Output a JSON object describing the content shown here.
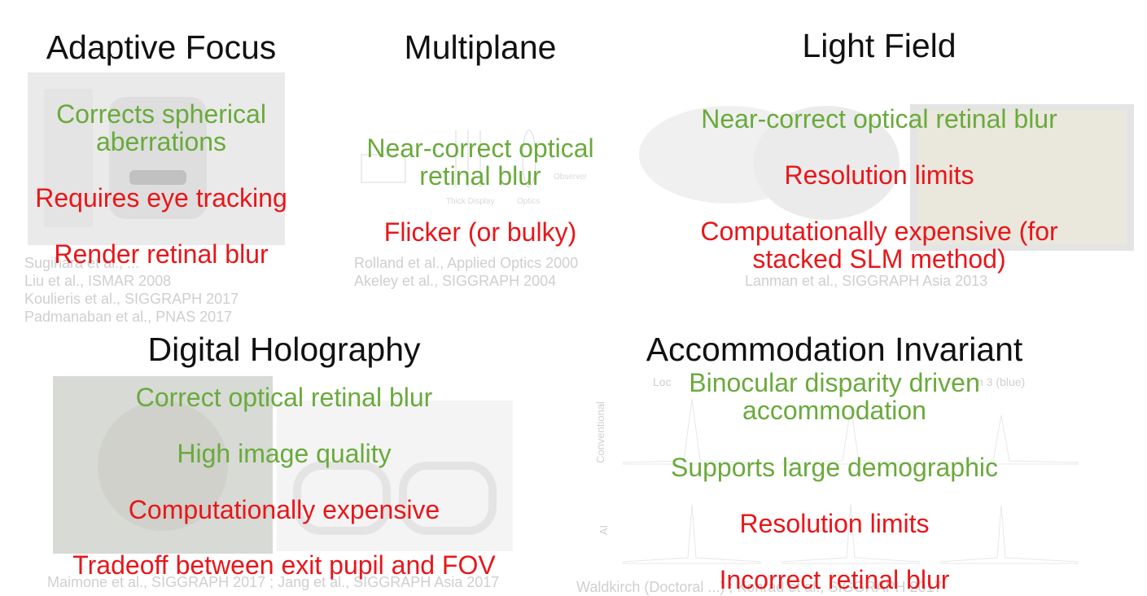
{
  "sections": {
    "adaptive_focus": {
      "title": "Adaptive Focus",
      "pros": [
        "Corrects spherical",
        "aberrations"
      ],
      "cons": [
        "Requires eye tracking",
        "Render retinal blur"
      ],
      "refs": [
        "Sugihara et al., ...",
        "Liu et al., ISMAR 2008",
        "Koulieris et al., SIGGRAPH 2017",
        "Padmanaban et al., PNAS 2017"
      ]
    },
    "multiplane": {
      "title": "Multiplane",
      "pros": [
        "Near-correct optical",
        "retinal blur"
      ],
      "cons": [
        "Flicker (or bulky)"
      ],
      "refs": [
        "Rolland et al., Applied Optics 2000",
        "Akeley et al., SIGGRAPH 2004"
      ]
    },
    "light_field": {
      "title": "Light Field",
      "pros": [
        "Near-correct optical retinal blur"
      ],
      "cons": [
        "Resolution limits",
        "Computationally expensive (for",
        "stacked SLM method)"
      ],
      "refs": [
        "Lanman et al., SIGGRAPH Asia 2013"
      ]
    },
    "digital_holography": {
      "title": "Digital Holography",
      "pros": [
        "Correct optical retinal blur",
        "High image quality"
      ],
      "cons": [
        "Computationally expensive",
        "Tradeoff between exit pupil and FOV"
      ],
      "refs": [
        "Maimone et al., SIGGRAPH 2017 ; Jang et al., SIGGRAPH Asia 2017"
      ]
    },
    "accommodation_invariant": {
      "title": "Accommodation Invariant",
      "pros": [
        "Binocular disparity driven",
        "accommodation",
        "Supports large demographic"
      ],
      "cons": [
        "Resolution limits",
        "Incorrect retinal blur"
      ],
      "refs": [
        "Waldkirch (Doctoral ...) ; Konrad et al., SIGGRAPH 2017"
      ],
      "figure_labels": [
        "Conventional",
        "AI",
        "Loc",
        "n 3 (blue)"
      ]
    }
  },
  "colors": {
    "pro": "#6aaa3c",
    "con": "#e8161a",
    "title": "#111111"
  }
}
